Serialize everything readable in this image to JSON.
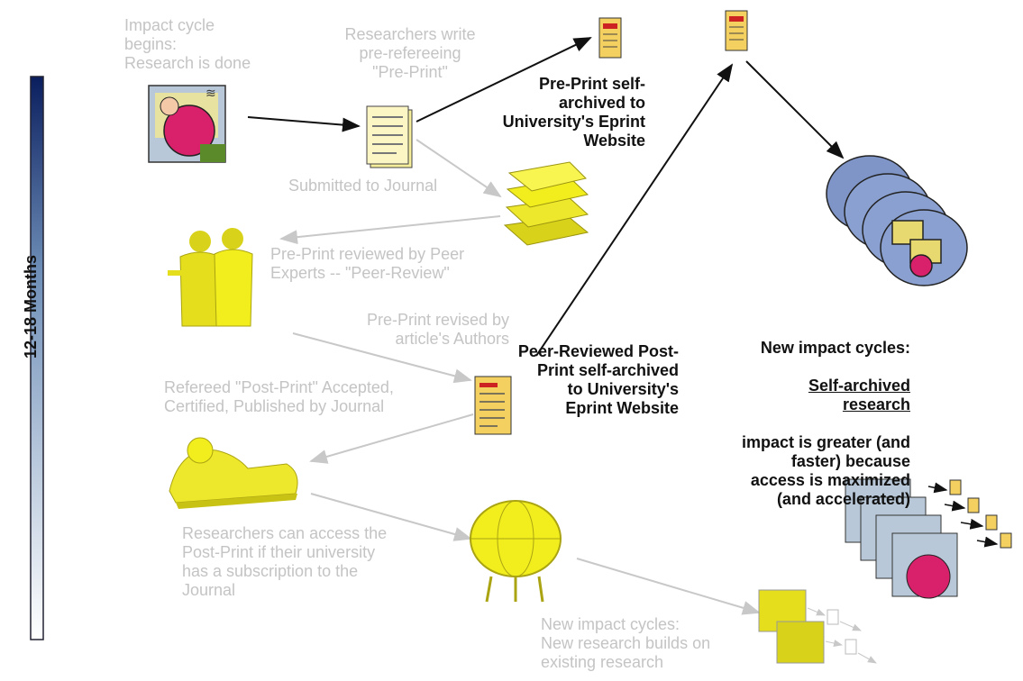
{
  "timeline": {
    "label": "12-18 Months"
  },
  "steps": {
    "research_done": "Impact cycle\nbegins:\nResearch is done",
    "preprint_written": "Researchers write\npre-refereeing\n\"Pre-Print\"",
    "submitted": "Submitted to Journal",
    "peer_review": "Pre-Print reviewed by Peer\nExperts -- \"Peer-Review\"",
    "revised": "Pre-Print revised by\narticle's Authors",
    "accepted": "Refereed \"Post-Print\" Accepted,\nCertified, Published by Journal",
    "access": "Researchers can access the\nPost-Print if their university\nhas a subscription to the\nJournal",
    "new_cycles_grey": "New impact cycles:\nNew research builds on\nexisting research"
  },
  "self_archive": {
    "preprint": "Pre-Print self-\narchived to\nUniversity's Eprint\nWebsite",
    "postprint": "Peer-Reviewed Post-\nPrint self-archived\nto University's\nEprint Website"
  },
  "new_impact": {
    "line1": "New impact cycles:",
    "self_archived": "Self-archived",
    "research": "research",
    "rest": "impact is greater (and\nfaster) because\naccess is maximized\n(and accelerated)"
  },
  "colors": {
    "grey_text": "#c4c4c4",
    "black_text": "#111111",
    "yellow": "#f2ee1e",
    "timeline_top": "#0a1e5e",
    "timeline_bottom": "#ffffff"
  }
}
